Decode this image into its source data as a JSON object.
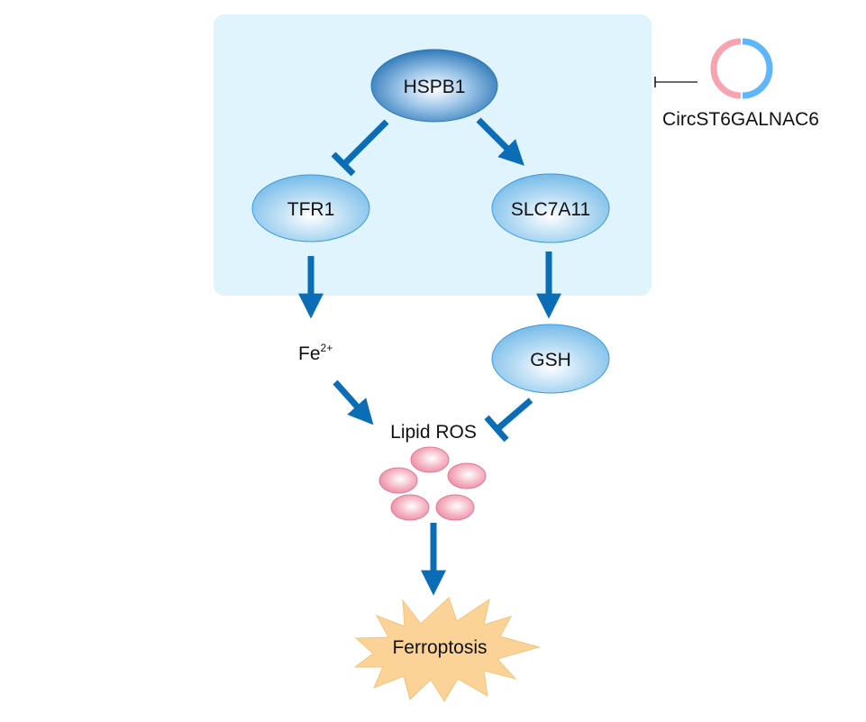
{
  "diagram": {
    "title": "CircST6GALNAC6 / HSPB1 ferroptosis pathway",
    "colors": {
      "panel_bg": "#dff4fd",
      "arrow": "#0b6db6",
      "node_light_edge": "#3a9ad8",
      "node_dark_edge": "#1f6db0",
      "ros_fill": "#ee8fa8",
      "ros_edge": "#e0789a",
      "burst_fill": "#fbd397",
      "circ_pink": "#f7a3b0",
      "circ_blue": "#5fb6fb",
      "inhibit_thin": "#111111"
    },
    "nodes": {
      "hspb1": "HSPB1",
      "tfr1": "TFR1",
      "slc7a11": "SLC7A11",
      "gsh": "GSH",
      "fe_base": "Fe",
      "fe_sup": "2+",
      "lipid_ros": "Lipid ROS",
      "ferroptosis": "Ferroptosis",
      "circ_rna": "CircST6GALNAC6"
    },
    "edges": [
      {
        "from": "CircST6GALNAC6",
        "to": "HSPB1 panel",
        "type": "inhibition"
      },
      {
        "from": "HSPB1",
        "to": "TFR1",
        "type": "inhibition"
      },
      {
        "from": "HSPB1",
        "to": "SLC7A11",
        "type": "activation"
      },
      {
        "from": "TFR1",
        "to": "Fe2+",
        "type": "activation"
      },
      {
        "from": "SLC7A11",
        "to": "GSH",
        "type": "activation"
      },
      {
        "from": "Fe2+",
        "to": "Lipid ROS",
        "type": "activation"
      },
      {
        "from": "GSH",
        "to": "Lipid ROS",
        "type": "inhibition"
      },
      {
        "from": "Lipid ROS",
        "to": "Ferroptosis",
        "type": "activation"
      }
    ]
  }
}
